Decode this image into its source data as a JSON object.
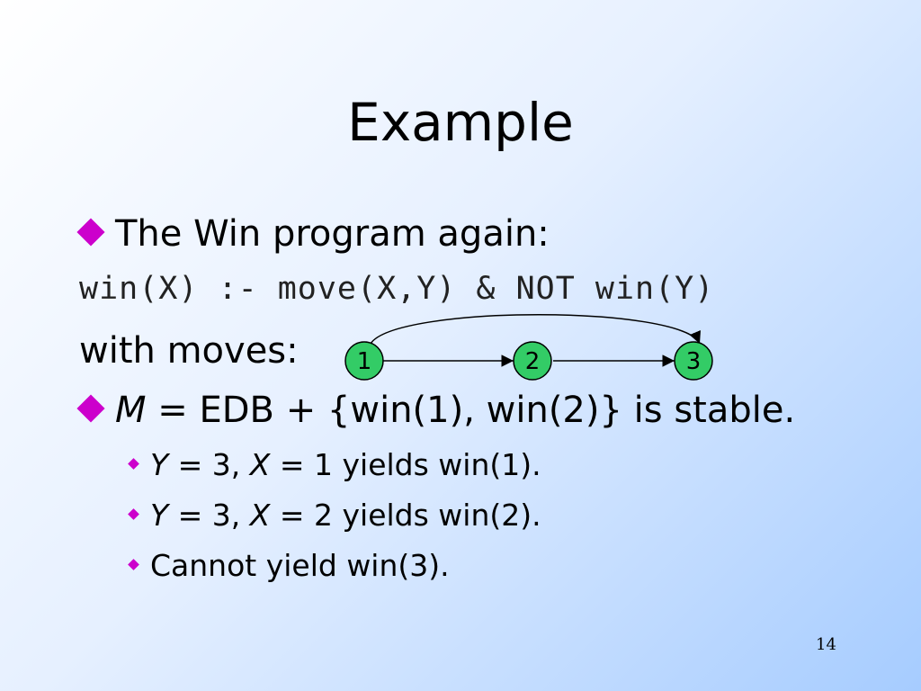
{
  "slide": {
    "title": "Example",
    "bullet1": "The Win program again:",
    "rule": "win(X) :- move(X,Y) & NOT win(Y)",
    "moves_label": "with moves:",
    "graph": {
      "nodes": [
        "1",
        "2",
        "3"
      ],
      "node_fill": "#33cc66",
      "edges": [
        [
          "1",
          "2"
        ],
        [
          "2",
          "3"
        ],
        [
          "1",
          "3"
        ]
      ]
    },
    "bullet2": {
      "var": "M",
      "rest": " = EDB + {win(1), win(2)} is stable."
    },
    "sub1": {
      "y": "Y",
      "a": " = 3, ",
      "x": "X",
      "b": " = 1 yields win(1)."
    },
    "sub2": {
      "y": "Y",
      "a": " = 3, ",
      "x": "X",
      "b": " = 2 yields win(2)."
    },
    "sub3": "Cannot yield win(3).",
    "page_number": "14",
    "colors": {
      "bullet": "#cc00cc",
      "node": "#33cc66"
    }
  }
}
